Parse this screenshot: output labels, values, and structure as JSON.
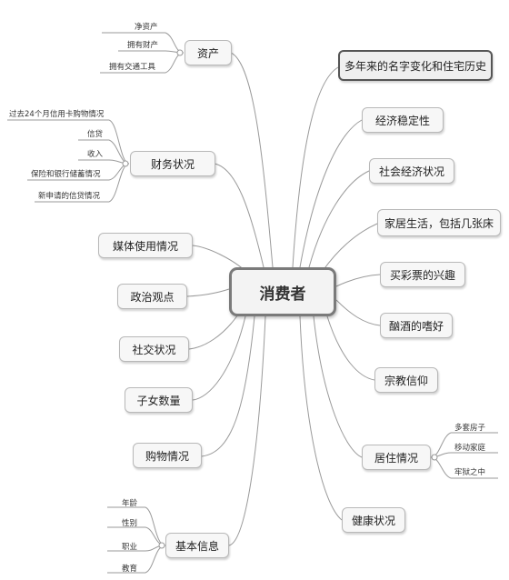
{
  "root": {
    "label": "消费者"
  },
  "left_branches": [
    {
      "id": "assets",
      "label": "资产",
      "children": [
        "净资产",
        "拥有财产",
        "拥有交通工具"
      ]
    },
    {
      "id": "finance",
      "label": "财务状况",
      "children": [
        "过去24个月信用卡购物情况",
        "信贷",
        "收入",
        "保险和银行储蓄情况",
        "新申请的信贷情况"
      ]
    },
    {
      "id": "media",
      "label": "媒体使用情况",
      "children": []
    },
    {
      "id": "politics",
      "label": "政治观点",
      "children": []
    },
    {
      "id": "social",
      "label": "社交状况",
      "children": []
    },
    {
      "id": "kids",
      "label": "子女数量",
      "children": []
    },
    {
      "id": "shopping",
      "label": "购物情况",
      "children": []
    },
    {
      "id": "basic",
      "label": "基本信息",
      "children": [
        "年龄",
        "性别",
        "职业",
        "教育"
      ]
    }
  ],
  "right_branches": [
    {
      "id": "history",
      "label": "多年来的名字变化和住宅历史",
      "children": []
    },
    {
      "id": "economy",
      "label": "经济稳定性",
      "children": []
    },
    {
      "id": "ses",
      "label": "社会经济状况",
      "children": []
    },
    {
      "id": "home",
      "label": "家居生活，包括几张床",
      "children": []
    },
    {
      "id": "lottery",
      "label": "买彩票的兴趣",
      "children": []
    },
    {
      "id": "alcohol",
      "label": "酗酒的嗜好",
      "children": []
    },
    {
      "id": "religion",
      "label": "宗教信仰",
      "children": []
    },
    {
      "id": "housing",
      "label": "居住情况",
      "children": [
        "多套房子",
        "移动家庭",
        "牢狱之中"
      ]
    },
    {
      "id": "health",
      "label": "健康状况",
      "children": []
    }
  ],
  "colors": {
    "line": "#9a9a9a",
    "node_border": "#b8b8b8",
    "root_border": "#7a7a7a"
  }
}
